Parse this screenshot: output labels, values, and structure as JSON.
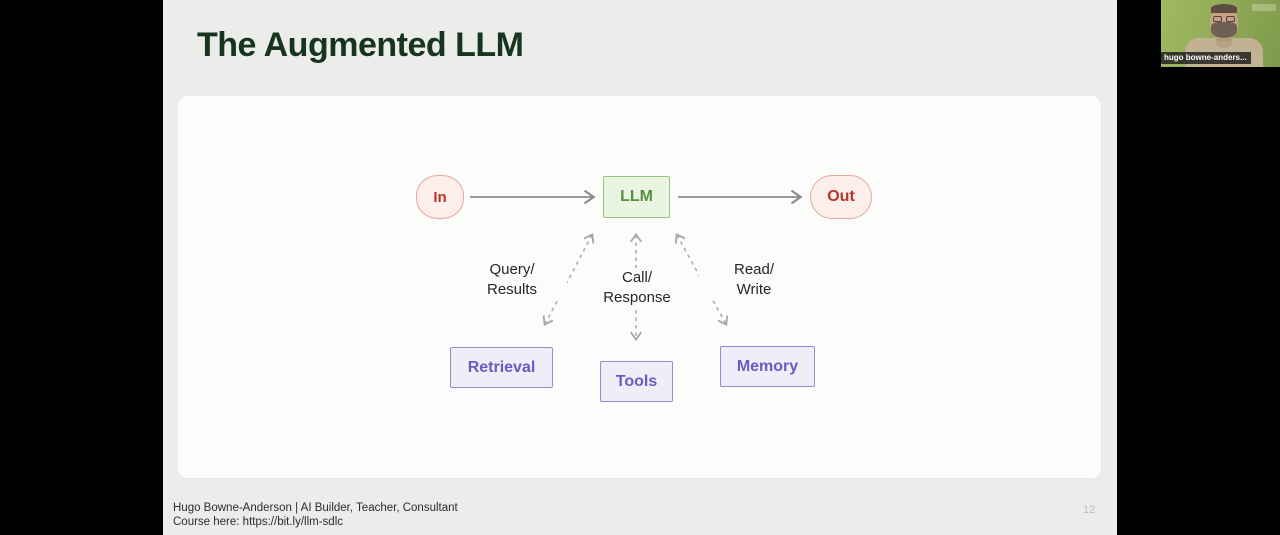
{
  "slide": {
    "title": "The Augmented LLM",
    "footer": {
      "line1": "Hugo Bowne-Anderson | AI Builder, Teacher, Consultant",
      "line2": "Course here: https://bit.ly/llm-sdlc"
    },
    "page_number": "12"
  },
  "diagram": {
    "type": "flow-diagram",
    "nodes": {
      "input": {
        "label": "In",
        "shape": "ellipse",
        "fill": "#fbeeeb",
        "border": "#e5a89c",
        "text_color": "#b6352b"
      },
      "llm": {
        "label": "LLM",
        "shape": "rect",
        "fill": "#e9f5e0",
        "border": "#94c87b",
        "text_color": "#56923e"
      },
      "output": {
        "label": "Out",
        "shape": "pill",
        "fill": "#fbeeeb",
        "border": "#e5a89c",
        "text_color": "#b6352b"
      },
      "retrieval": {
        "label": "Retrieval",
        "shape": "rect",
        "fill": "#efedf7",
        "border": "#968bd1",
        "text_color": "#6a5bc4"
      },
      "tools": {
        "label": "Tools",
        "shape": "rect",
        "fill": "#efedf7",
        "border": "#968bd1",
        "text_color": "#6a5bc4"
      },
      "memory": {
        "label": "Memory",
        "shape": "rect",
        "fill": "#efedf7",
        "border": "#968bd1",
        "text_color": "#6a5bc4"
      }
    },
    "edges": {
      "in_to_llm": {
        "style": "solid-arrow"
      },
      "llm_to_out": {
        "style": "solid-arrow"
      },
      "llm_retrieval": {
        "style": "dashed-double-arrow"
      },
      "llm_tools": {
        "style": "dashed-double-arrow"
      },
      "llm_memory": {
        "style": "dashed-double-arrow"
      }
    },
    "edge_labels": {
      "retrieval": {
        "line1": "Query/",
        "line2": "Results"
      },
      "tools": {
        "line1": "Call/",
        "line2": "Response"
      },
      "memory": {
        "line1": "Read/",
        "line2": "Write"
      }
    }
  },
  "webcam": {
    "participant_name": "hugo bowne-anders..."
  },
  "colors": {
    "slide_background": "#ececea",
    "card_background": "#fcfcfb",
    "title": "#16351f",
    "arrow_solid": "#8c8c8c",
    "arrow_dashed": "#a8a8a8",
    "webcam_background": "#8ea955",
    "letterbox": "#000000"
  }
}
